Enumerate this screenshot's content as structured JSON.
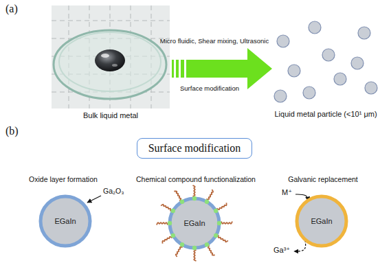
{
  "diagram": {
    "nodes": [
      {
        "text": [
          "Surface modification"
        ]
      },
      {
        "text": [
          "EGaIn"
        ]
      },
      {
        "text": [
          "EGaIn"
        ]
      },
      {
        "text": [
          "EGaIn"
        ]
      }
    ],
    "labels": [
      "(a)",
      "Micro fluidic, Shear mixing, Ultrasonic",
      "Surface modification",
      "Bulk liquid metal",
      "Liquid metal particle (<10¹ μm)",
      "(b)",
      "Oxide layer formation",
      "Chemical compound functionalization",
      "Galvanic replacement",
      "Ga₂O₃",
      "M⁺",
      "Ga³⁺"
    ]
  }
}
